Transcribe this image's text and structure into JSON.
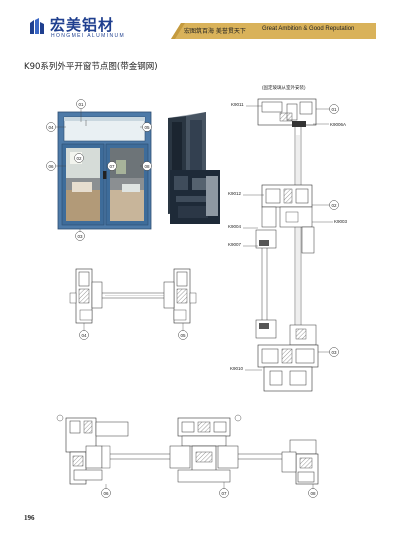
{
  "header": {
    "brand_cn": "宏美铝材",
    "brand_en": "HONGMEI ALUMINUM",
    "slogan_cn": "宏图筑百海 美誉贯天下",
    "slogan_en": "Great Ambition & Good Reputation",
    "accent_color": "#d9b25a",
    "brand_color": "#1f3f8f"
  },
  "page_title": "K90系列外平开窗节点图(带金钢网)",
  "section_note": "(固定玻璃从室外安装)",
  "callouts": [
    "01",
    "02",
    "03",
    "04",
    "05",
    "06",
    "07",
    "08"
  ],
  "part_codes": {
    "k9011": "K9011",
    "k9006a": "K9006A",
    "k9012": "K9012",
    "k9004": "K9004",
    "k9003": "K9003",
    "k9007": "K9007",
    "k9010": "K9010"
  },
  "page_number": "196",
  "colors": {
    "frame_blue": "#4d7aa8",
    "profile_dark": "#1e2a38",
    "glass": "#dde8ee"
  }
}
